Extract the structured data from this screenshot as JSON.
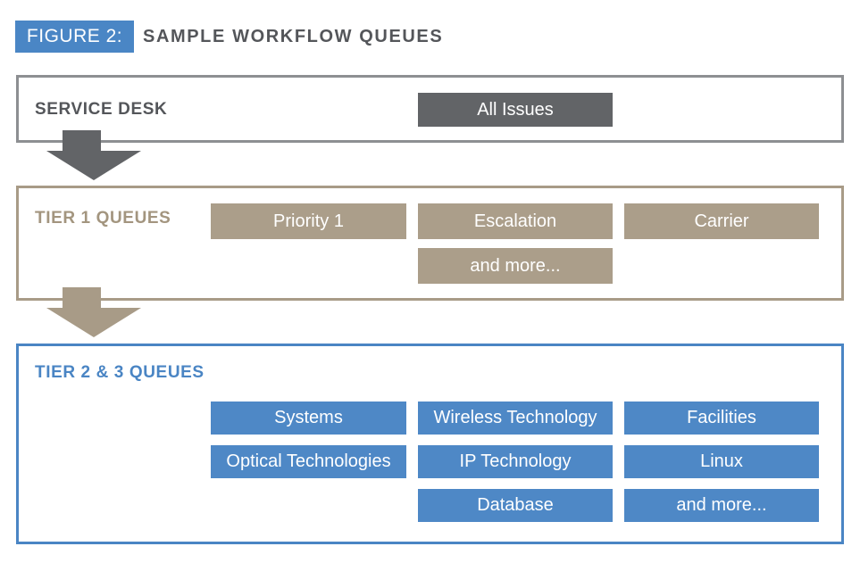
{
  "figure": {
    "label": "FIGURE 2:",
    "title": "SAMPLE WORKFLOW QUEUES"
  },
  "colors": {
    "blue_accent": "#4a86c5",
    "blue_badge": "#4e88c6",
    "tan_accent": "#a89b87",
    "tan_badge": "#ab9e8a",
    "dark_gray_badge": "#626467",
    "gray_border": "#8d8f92",
    "heading_text": "#54565a",
    "badge_text": "#ffffff"
  },
  "sections": [
    {
      "name": "service-desk",
      "label": "SERVICE DESK",
      "theme": "gray",
      "badges": [
        {
          "text": "All Issues",
          "col": 2,
          "row": 1
        }
      ]
    },
    {
      "name": "tier-1-queues",
      "label": "TIER 1 QUEUES",
      "theme": "tan",
      "badges": [
        {
          "text": "Priority 1",
          "col": 1,
          "row": 1
        },
        {
          "text": "Escalation",
          "col": 2,
          "row": 1
        },
        {
          "text": "Carrier",
          "col": 3,
          "row": 1
        },
        {
          "text": "and more...",
          "col": 2,
          "row": 2
        }
      ]
    },
    {
      "name": "tier-2-3-queues",
      "label": "TIER 2 & 3 QUEUES",
      "theme": "blue",
      "badges": [
        {
          "text": "Systems",
          "col": 1,
          "row": 1
        },
        {
          "text": "Wireless Technology",
          "col": 2,
          "row": 1
        },
        {
          "text": "Facilities",
          "col": 3,
          "row": 1
        },
        {
          "text": "Optical Technologies",
          "col": 1,
          "row": 2
        },
        {
          "text": "IP Technology",
          "col": 2,
          "row": 2
        },
        {
          "text": "Linux",
          "col": 3,
          "row": 2
        },
        {
          "text": "Database",
          "col": 2,
          "row": 3
        },
        {
          "text": "and more...",
          "col": 3,
          "row": 3
        }
      ]
    }
  ],
  "arrows": [
    {
      "name": "arrow-service-to-tier1",
      "theme": "gray"
    },
    {
      "name": "arrow-tier1-to-tier23",
      "theme": "tan"
    }
  ]
}
